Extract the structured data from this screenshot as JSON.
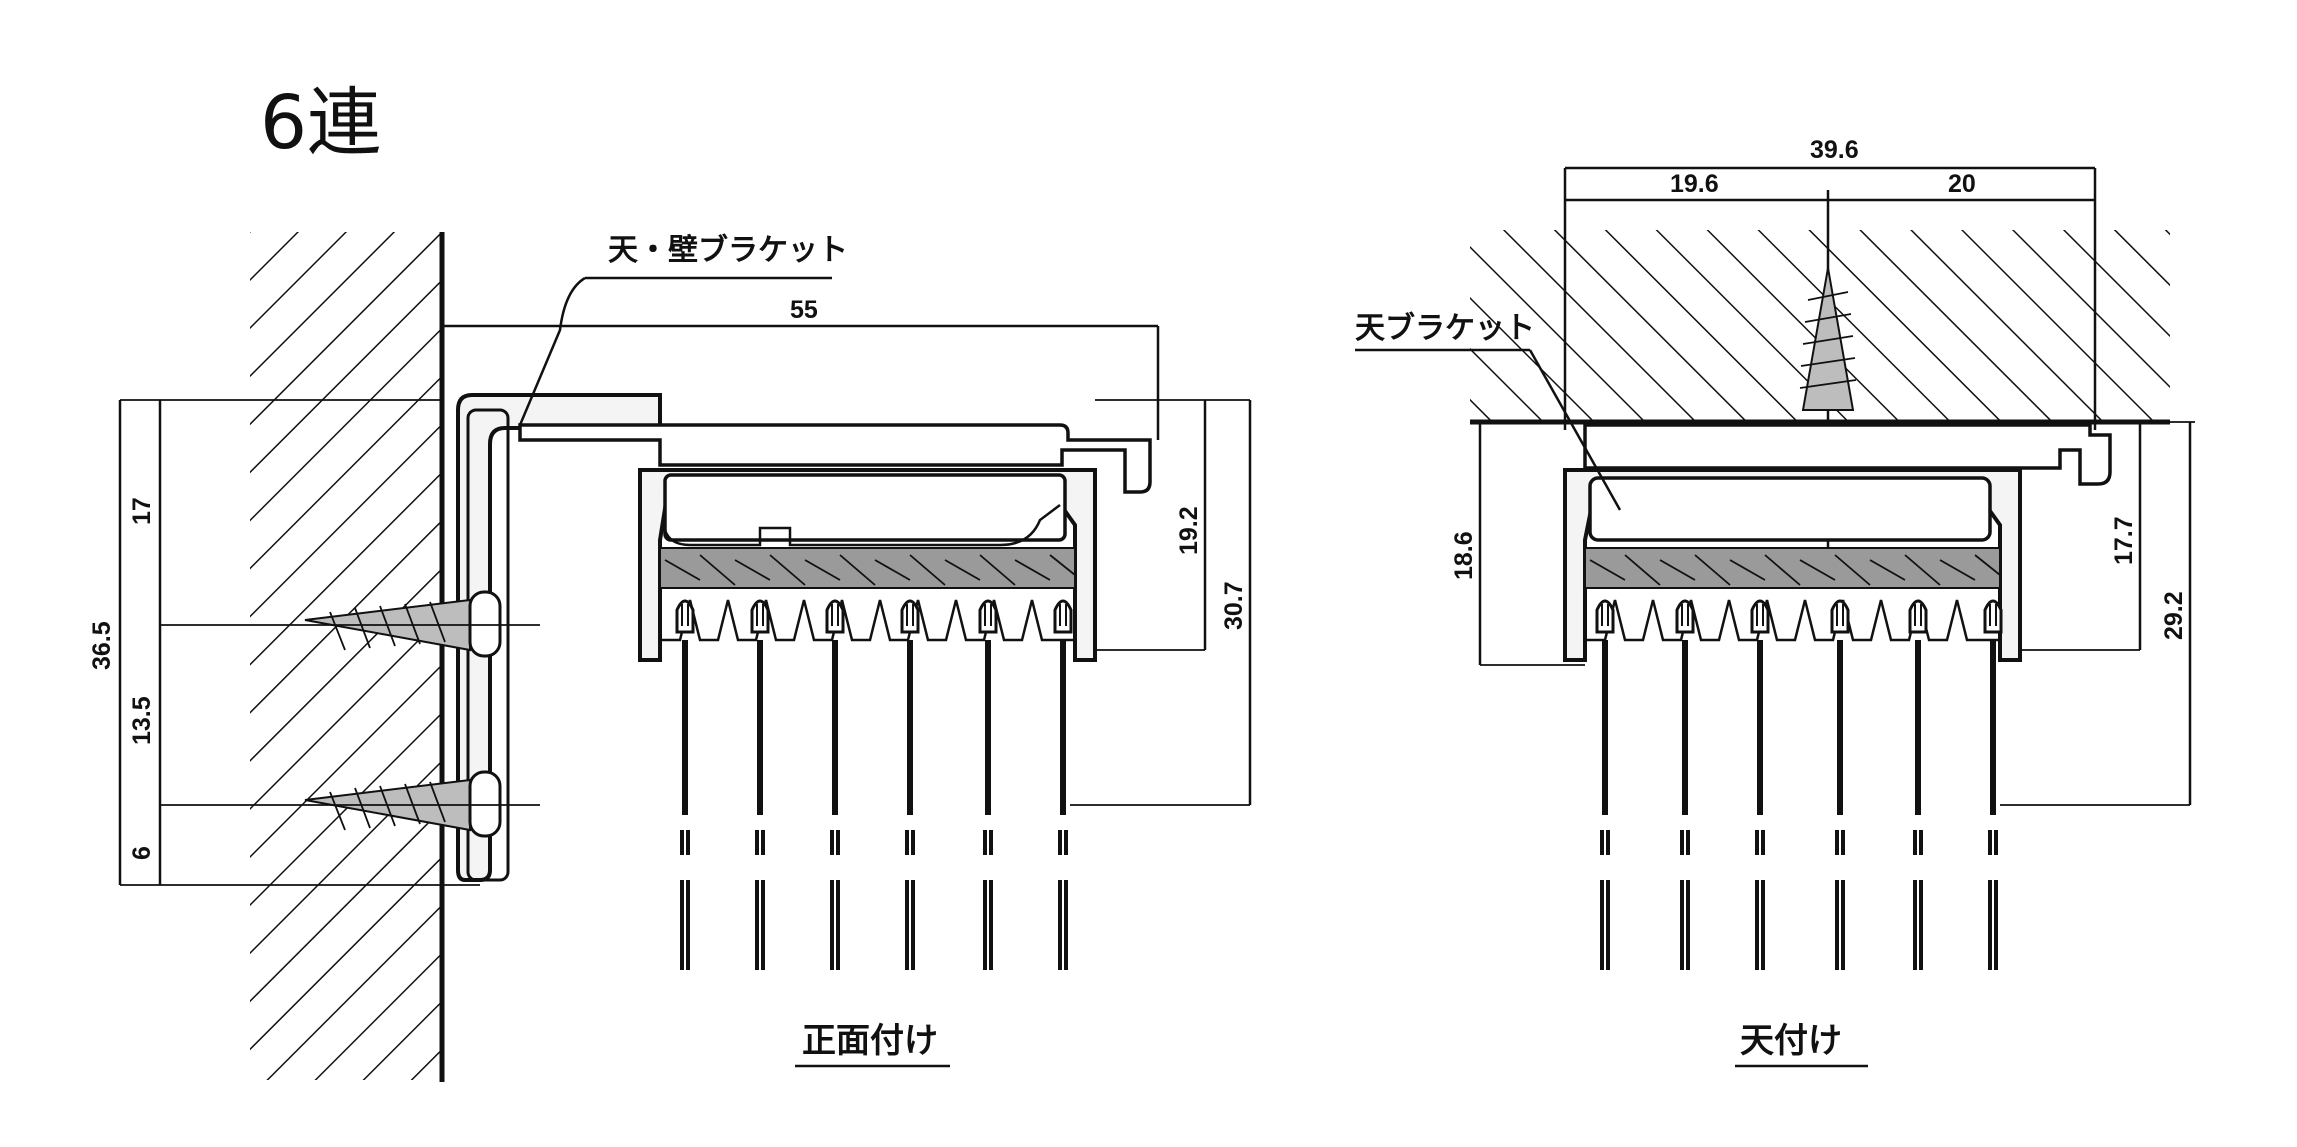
{
  "figure": {
    "title": "6連",
    "left_view": {
      "caption": "正面付け",
      "bracket_label": "天・壁ブラケット",
      "dims": {
        "width_top": "55",
        "height_total": "36.5",
        "seg_top": "17",
        "seg_mid": "13.5",
        "seg_bottom": "6",
        "right_inner": "19.2",
        "right_outer": "30.7"
      }
    },
    "right_view": {
      "caption": "天付け",
      "bracket_label": "天ブラケット",
      "dims": {
        "width_total": "39.6",
        "width_left": "19.6",
        "width_right": "20",
        "left_height": "18.6",
        "right_inner": "17.7",
        "right_outer": "29.2"
      }
    }
  }
}
